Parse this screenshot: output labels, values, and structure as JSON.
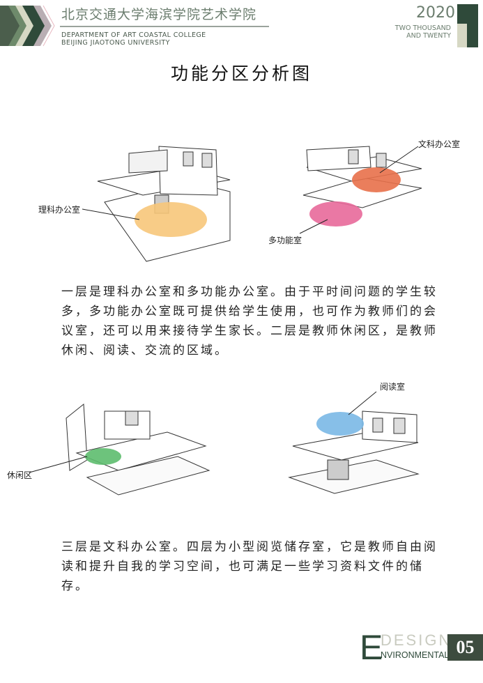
{
  "header": {
    "title_cn": "北京交通大学海滨学院艺术学院",
    "subtitle_line1": "DEPARTMENT OF ART COASTAL COLLEGE",
    "subtitle_line2": "BEIJING JIAOTONG UNIVERSITY",
    "year": "2020",
    "year_line1": "TWO THOUSAND",
    "year_line2": "AND TWENTY"
  },
  "page_title": "功能分区分析图",
  "diagrams": {
    "top_left": {
      "label": "理科办公室",
      "highlight_color": "#f7c77a"
    },
    "top_right": {
      "label_1": "文科办公室",
      "label_2": "多功能室",
      "highlight_color_1": "#e8704a",
      "highlight_color_2": "#e8699a"
    },
    "bottom_left": {
      "label": "休闲区",
      "highlight_color": "#5dbd6e"
    },
    "bottom_right": {
      "label": "阅读室",
      "highlight_color": "#7ab8e6"
    }
  },
  "paragraph_1": "一层是理科办公室和多功能办公室。由于平时间问题的学生较多，多功能办公室既可提供给学生使用，也可作为教师们的会议室，还可以用来接待学生家长。二层是教师休闲区，是教师休闲、阅读、交流的区域。",
  "paragraph_2": "三层是文科办公室。四层为小型阅览储存室，它是教师自由阅读和提升自我的学习空间，也可满足一些学习资料文件的储存。",
  "footer": {
    "letter": "E",
    "word1": "DESIGN",
    "word2": "NVIRONMENTAL",
    "page_number": "05"
  }
}
